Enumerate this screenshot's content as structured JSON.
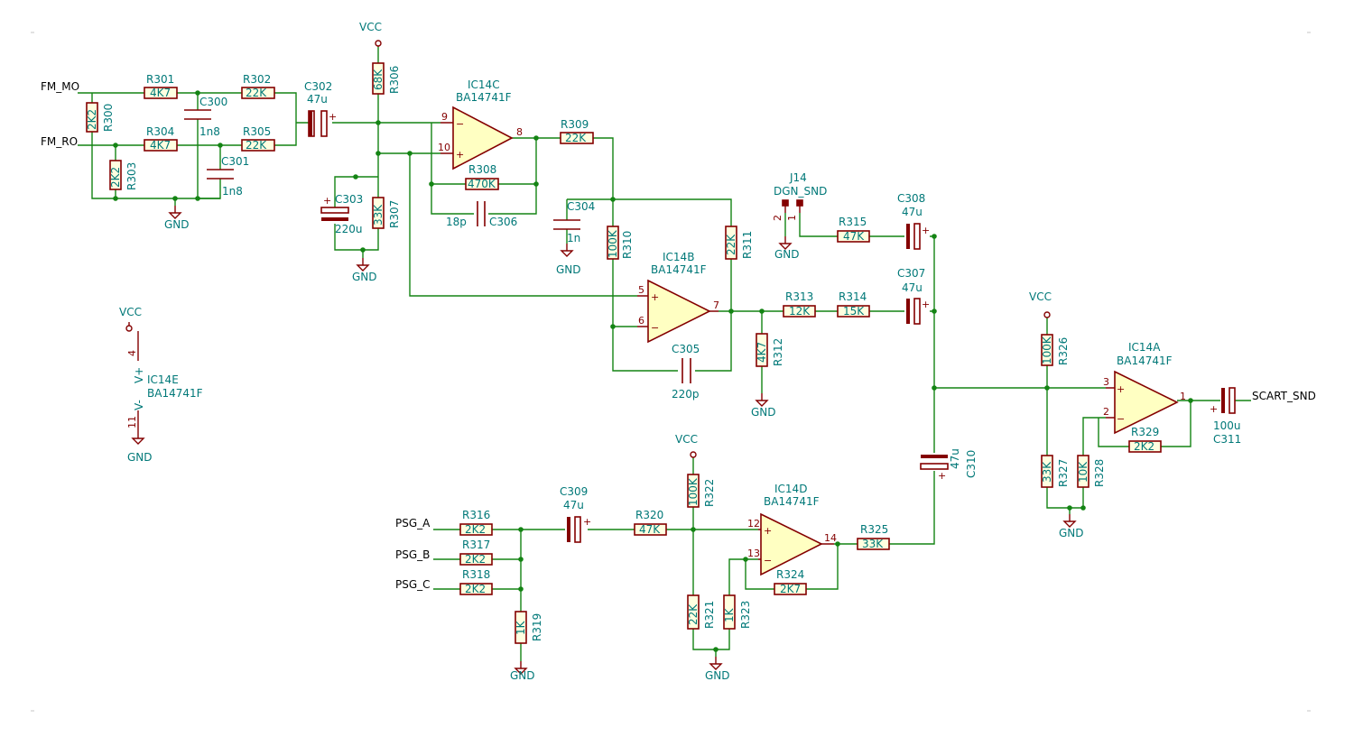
{
  "nets": {
    "fm_mo": "FM_MO",
    "fm_ro": "FM_RO",
    "psg_a": "PSG_A",
    "psg_b": "PSG_B",
    "psg_c": "PSG_C",
    "scart_snd": "SCART_SND",
    "vcc": "VCC",
    "gnd": "GND"
  },
  "resistors": {
    "R300": {
      "ref": "R300",
      "value": "2K2"
    },
    "R301": {
      "ref": "R301",
      "value": "4K7"
    },
    "R302": {
      "ref": "R302",
      "value": "22K"
    },
    "R303": {
      "ref": "R303",
      "value": "2K2"
    },
    "R304": {
      "ref": "R304",
      "value": "4K7"
    },
    "R305": {
      "ref": "R305",
      "value": "22K"
    },
    "R306": {
      "ref": "R306",
      "value": "68K"
    },
    "R307": {
      "ref": "R307",
      "value": "33K"
    },
    "R308": {
      "ref": "R308",
      "value": "470K"
    },
    "R309": {
      "ref": "R309",
      "value": "22K"
    },
    "R310": {
      "ref": "R310",
      "value": "100K"
    },
    "R311": {
      "ref": "R311",
      "value": "22K"
    },
    "R312": {
      "ref": "R312",
      "value": "4K7"
    },
    "R313": {
      "ref": "R313",
      "value": "12K"
    },
    "R314": {
      "ref": "R314",
      "value": "15K"
    },
    "R315": {
      "ref": "R315",
      "value": "47K"
    },
    "R316": {
      "ref": "R316",
      "value": "2K2"
    },
    "R317": {
      "ref": "R317",
      "value": "2K2"
    },
    "R318": {
      "ref": "R318",
      "value": "2K2"
    },
    "R319": {
      "ref": "R319",
      "value": "1K"
    },
    "R320": {
      "ref": "R320",
      "value": "47K"
    },
    "R321": {
      "ref": "R321",
      "value": "22K"
    },
    "R322": {
      "ref": "R322",
      "value": "100K"
    },
    "R323": {
      "ref": "R323",
      "value": "1K"
    },
    "R324": {
      "ref": "R324",
      "value": "2K7"
    },
    "R325": {
      "ref": "R325",
      "value": "33K"
    },
    "R326": {
      "ref": "R326",
      "value": "100K"
    },
    "R327": {
      "ref": "R327",
      "value": "33K"
    },
    "R328": {
      "ref": "R328",
      "value": "10K"
    },
    "R329": {
      "ref": "R329",
      "value": "2K2"
    }
  },
  "capacitors": {
    "C300": {
      "ref": "C300",
      "value": "1n8"
    },
    "C301": {
      "ref": "C301",
      "value": "1n8"
    },
    "C302": {
      "ref": "C302",
      "value": "47u"
    },
    "C303": {
      "ref": "C303",
      "value": "220u"
    },
    "C304": {
      "ref": "C304",
      "value": "1n"
    },
    "C305": {
      "ref": "C305",
      "value": "220p"
    },
    "C306": {
      "ref": "C306",
      "value": "18p"
    },
    "C307": {
      "ref": "C307",
      "value": "47u"
    },
    "C308": {
      "ref": "C308",
      "value": "47u"
    },
    "C309": {
      "ref": "C309",
      "value": "47u"
    },
    "C310": {
      "ref": "C310",
      "value": "47u"
    },
    "C311": {
      "ref": "C311",
      "value": "100u"
    }
  },
  "opamps": {
    "IC14A": {
      "ref": "IC14A",
      "part": "BA14741F",
      "pin_plus": "3",
      "pin_minus": "2",
      "pin_out": "1"
    },
    "IC14B": {
      "ref": "IC14B",
      "part": "BA14741F",
      "pin_plus": "5",
      "pin_minus": "6",
      "pin_out": "7"
    },
    "IC14C": {
      "ref": "IC14C",
      "part": "BA14741F",
      "pin_plus": "10",
      "pin_minus": "9",
      "pin_out": "8"
    },
    "IC14D": {
      "ref": "IC14D",
      "part": "BA14741F",
      "pin_plus": "12",
      "pin_minus": "13",
      "pin_out": "14"
    }
  },
  "power_unit": {
    "ref": "IC14E",
    "part": "BA14741F",
    "vplus_label": "V+",
    "vminus_label": "V-",
    "vplus_pin": "4",
    "vminus_pin": "11"
  },
  "connector": {
    "ref": "J14",
    "value": "DGN_SND",
    "pin1": "1",
    "pin2": "2"
  }
}
